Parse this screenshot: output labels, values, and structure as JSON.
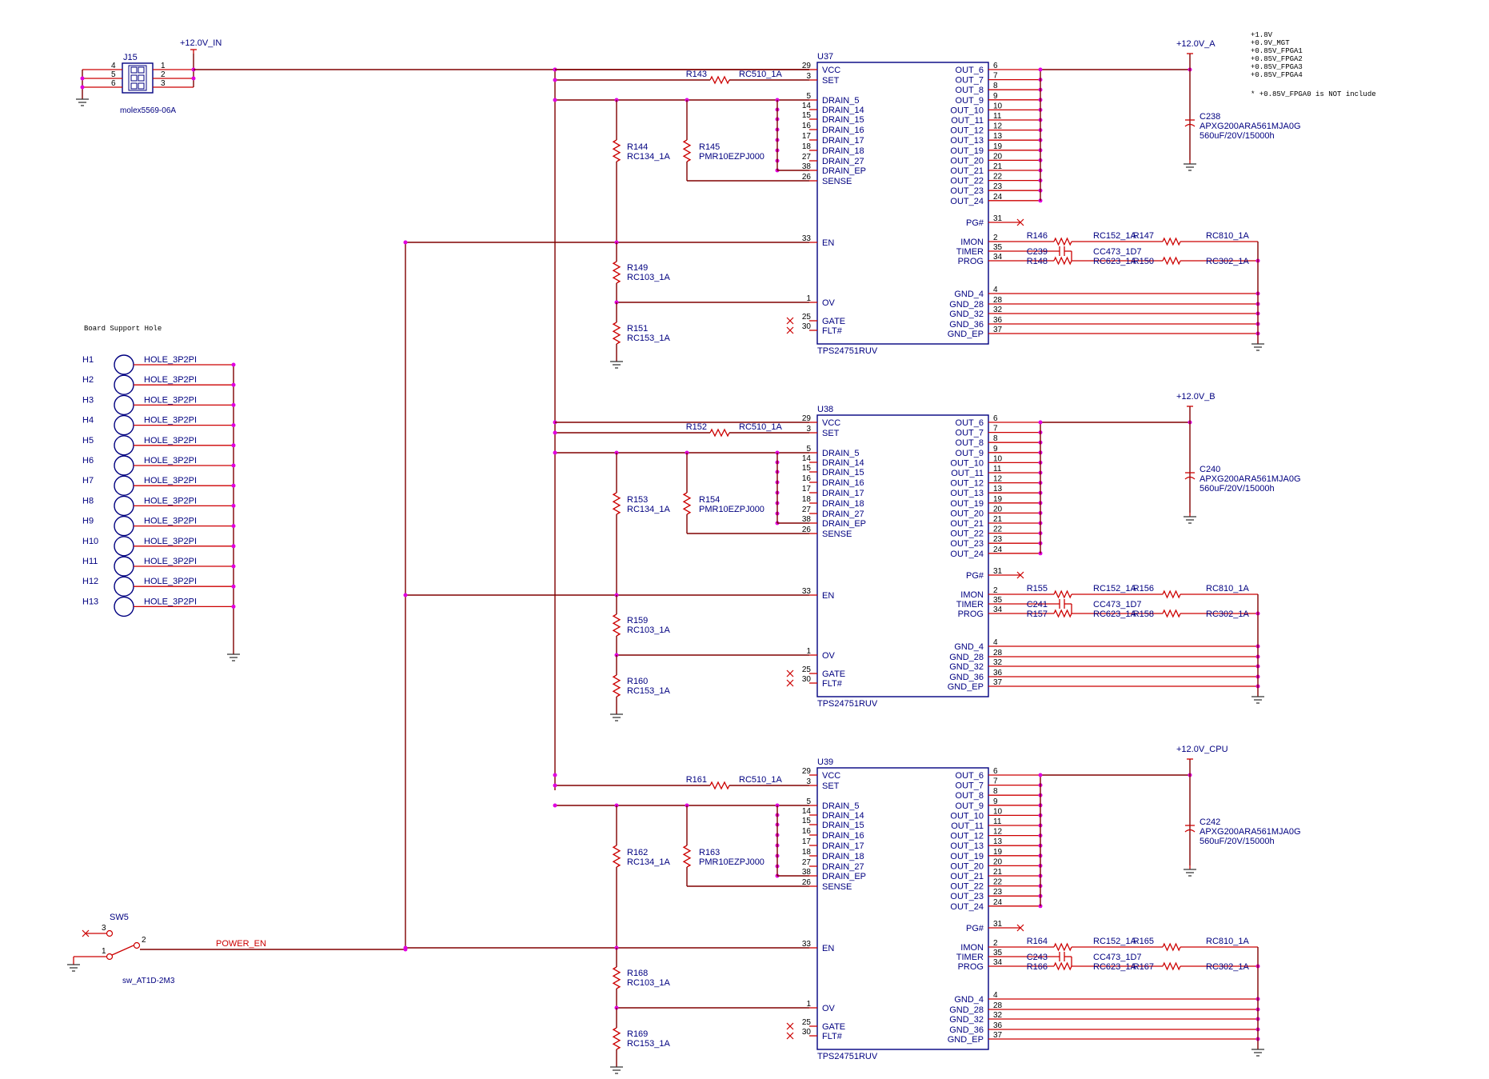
{
  "power_input": {
    "connector_ref": "J15",
    "connector_part": "molex5569-06A",
    "pins_left": [
      "4",
      "5",
      "6"
    ],
    "pins_right": [
      "1",
      "2",
      "3"
    ],
    "rail_label": "+12.0V_IN"
  },
  "notes": [
    "+1.8V",
    "+0.9V_MGT",
    "+0.85V_FPGA1",
    "+0.85V_FPGA2",
    "+0.85V_FPGA3",
    "+0.85V_FPGA4",
    "* +0.85V_FPGA0 is NOT include"
  ],
  "holes": {
    "title": "Board Support Hole",
    "part": "HOLE_3P2PI",
    "refs": [
      "H1",
      "H2",
      "H3",
      "H4",
      "H5",
      "H6",
      "H7",
      "H8",
      "H9",
      "H10",
      "H11",
      "H12",
      "H13"
    ]
  },
  "switch": {
    "ref": "SW5",
    "part": "sw_AT1D-2M3",
    "pins": [
      "3",
      "1",
      "2"
    ],
    "net": "POWER_EN"
  },
  "ic_pins": {
    "left": [
      {
        "num": "29",
        "name": "VCC"
      },
      {
        "num": "3",
        "name": "SET"
      },
      {
        "num": "5",
        "name": "DRAIN_5"
      },
      {
        "num": "14",
        "name": "DRAIN_14"
      },
      {
        "num": "15",
        "name": "DRAIN_15"
      },
      {
        "num": "16",
        "name": "DRAIN_16"
      },
      {
        "num": "17",
        "name": "DRAIN_17"
      },
      {
        "num": "18",
        "name": "DRAIN_18"
      },
      {
        "num": "27",
        "name": "DRAIN_27"
      },
      {
        "num": "38",
        "name": "DRAIN_EP"
      },
      {
        "num": "26",
        "name": "SENSE"
      },
      {
        "num": "33",
        "name": "EN"
      },
      {
        "num": "1",
        "name": "OV"
      },
      {
        "num": "25",
        "name": "GATE"
      },
      {
        "num": "30",
        "name": "FLT#"
      }
    ],
    "out": [
      {
        "num": "6",
        "name": "OUT_6"
      },
      {
        "num": "7",
        "name": "OUT_7"
      },
      {
        "num": "8",
        "name": "OUT_8"
      },
      {
        "num": "9",
        "name": "OUT_9"
      },
      {
        "num": "10",
        "name": "OUT_10"
      },
      {
        "num": "11",
        "name": "OUT_11"
      },
      {
        "num": "12",
        "name": "OUT_12"
      },
      {
        "num": "13",
        "name": "OUT_13"
      },
      {
        "num": "19",
        "name": "OUT_19"
      },
      {
        "num": "20",
        "name": "OUT_20"
      },
      {
        "num": "21",
        "name": "OUT_21"
      },
      {
        "num": "22",
        "name": "OUT_22"
      },
      {
        "num": "23",
        "name": "OUT_23"
      },
      {
        "num": "24",
        "name": "OUT_24"
      }
    ],
    "misc": [
      {
        "num": "31",
        "name": "PG#"
      },
      {
        "num": "2",
        "name": "IMON"
      },
      {
        "num": "35",
        "name": "TIMER"
      },
      {
        "num": "34",
        "name": "PROG"
      }
    ],
    "gnd": [
      {
        "num": "4",
        "name": "GND_4"
      },
      {
        "num": "28",
        "name": "GND_28"
      },
      {
        "num": "32",
        "name": "GND_32"
      },
      {
        "num": "36",
        "name": "GND_36"
      },
      {
        "num": "37",
        "name": "GND_EP"
      }
    ]
  },
  "ic_blocks": [
    {
      "ref": "U37",
      "part": "TPS24751RUV",
      "rail": "+12.0V_A",
      "r_set": {
        "ref": "R143",
        "val": "RC510_1A"
      },
      "r_div_top": {
        "ref": "R144",
        "val": "RC134_1A"
      },
      "r_sense": {
        "ref": "R145",
        "val": "PMR10EZPJ000"
      },
      "r_div_mid": {
        "ref": "R149",
        "val": "RC103_1A"
      },
      "r_div_bot": {
        "ref": "R151",
        "val": "RC153_1A"
      },
      "r_imon": {
        "ref": "R146",
        "val": "RC152_1A"
      },
      "c_timer": {
        "ref": "C239",
        "val": "CC473_1D7"
      },
      "r_prog": {
        "ref": "R148",
        "val": "RC623_1A"
      },
      "r_imon2": {
        "ref": "R147",
        "val": "RC810_1A"
      },
      "r_prog2": {
        "ref": "R150",
        "val": "RC302_1A"
      },
      "cap": {
        "ref": "C238",
        "part": "APXG200ARA561MJA0G",
        "val": "560uF/20V/15000h"
      }
    },
    {
      "ref": "U38",
      "part": "TPS24751RUV",
      "rail": "+12.0V_B",
      "r_set": {
        "ref": "R152",
        "val": "RC510_1A"
      },
      "r_div_top": {
        "ref": "R153",
        "val": "RC134_1A"
      },
      "r_sense": {
        "ref": "R154",
        "val": "PMR10EZPJ000"
      },
      "r_div_mid": {
        "ref": "R159",
        "val": "RC103_1A"
      },
      "r_div_bot": {
        "ref": "R160",
        "val": "RC153_1A"
      },
      "r_imon": {
        "ref": "R155",
        "val": "RC152_1A"
      },
      "c_timer": {
        "ref": "C241",
        "val": "CC473_1D7"
      },
      "r_prog": {
        "ref": "R157",
        "val": "RC623_1A"
      },
      "r_imon2": {
        "ref": "R156",
        "val": "RC810_1A"
      },
      "r_prog2": {
        "ref": "R158",
        "val": "RC302_1A"
      },
      "cap": {
        "ref": "C240",
        "part": "APXG200ARA561MJA0G",
        "val": "560uF/20V/15000h"
      }
    },
    {
      "ref": "U39",
      "part": "TPS24751RUV",
      "rail": "+12.0V_CPU",
      "r_set": {
        "ref": "R161",
        "val": "RC510_1A"
      },
      "r_div_top": {
        "ref": "R162",
        "val": "RC134_1A"
      },
      "r_sense": {
        "ref": "R163",
        "val": "PMR10EZPJ000"
      },
      "r_div_mid": {
        "ref": "R168",
        "val": "RC103_1A"
      },
      "r_div_bot": {
        "ref": "R169",
        "val": "RC153_1A"
      },
      "r_imon": {
        "ref": "R164",
        "val": "RC152_1A"
      },
      "c_timer": {
        "ref": "C243",
        "val": "CC473_1D7"
      },
      "r_prog": {
        "ref": "R166",
        "val": "RC623_1A"
      },
      "r_imon2": {
        "ref": "R165",
        "val": "RC810_1A"
      },
      "r_prog2": {
        "ref": "R167",
        "val": "RC302_1A"
      },
      "cap": {
        "ref": "C242",
        "part": "APXG200ARA561MJA0G",
        "val": "560uF/20V/15000h"
      }
    }
  ]
}
